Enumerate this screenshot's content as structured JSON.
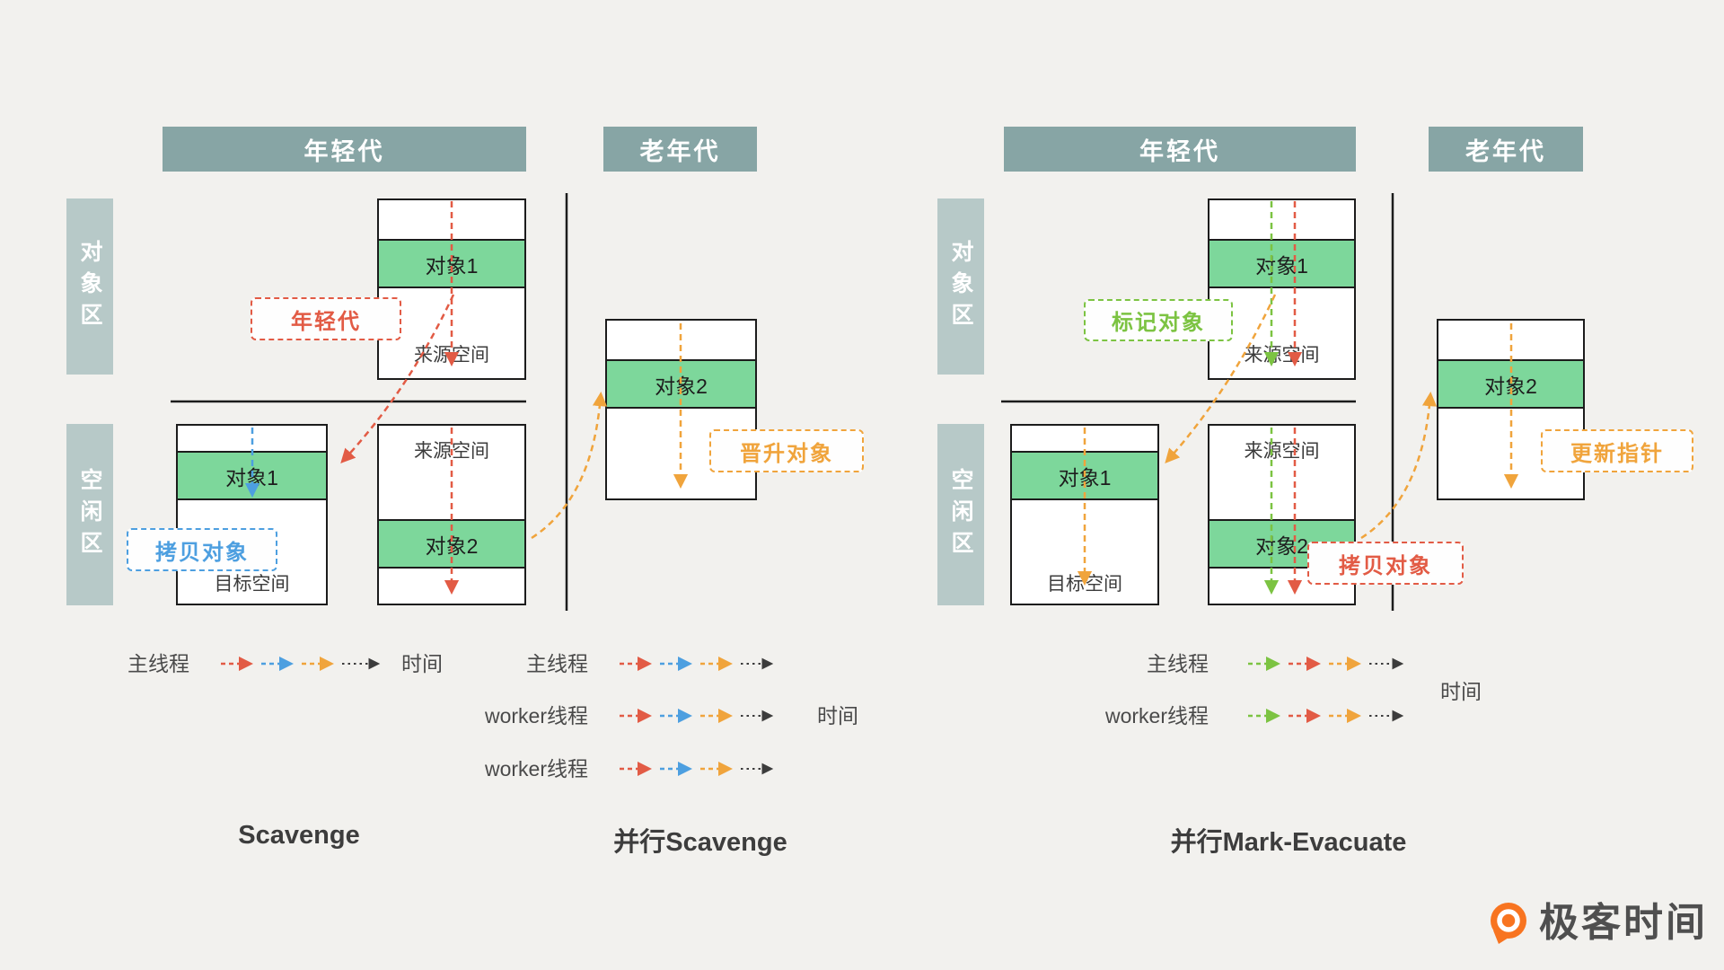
{
  "colors": {
    "header_bg": "#87a5a5",
    "side_bg": "#b7c9c8",
    "band_green": "#7dd79b",
    "red": "#e25b45",
    "blue": "#4d9fe0",
    "orange": "#f0a43c",
    "green": "#7cc342",
    "logo_orange": "#f87420"
  },
  "left": {
    "young_header": "年轻代",
    "old_header": "老年代",
    "object_area": "对象区",
    "free_area": "空闲区",
    "top_box": {
      "band": "对象1",
      "label": "来源空间"
    },
    "target_box": {
      "band": "对象1",
      "label": "目标空间"
    },
    "mid_box": {
      "label": "来源空间",
      "band": "对象2"
    },
    "old_box": {
      "band": "对象2"
    },
    "callouts": {
      "young": "年轻代",
      "copy": "拷贝对象",
      "promote": "晋升对象"
    },
    "timeline": {
      "main": "主线程",
      "time": "时间"
    },
    "title": "Scavenge"
  },
  "center": {
    "timeline": {
      "main": "主线程",
      "worker1": "worker线程",
      "worker2": "worker线程",
      "time": "时间"
    },
    "title": "并行Scavenge"
  },
  "right": {
    "young_header": "年轻代",
    "old_header": "老年代",
    "object_area": "对象区",
    "free_area": "空闲区",
    "top_box": {
      "band": "对象1",
      "label": "来源空间"
    },
    "target_box": {
      "band": "对象1",
      "label": "目标空间"
    },
    "mid_box": {
      "label": "来源空间",
      "band": "对象2"
    },
    "old_box": {
      "band": "对象2"
    },
    "callouts": {
      "mark": "标记对象",
      "update": "更新指针",
      "copy": "拷贝对象"
    },
    "timeline": {
      "main": "主线程",
      "worker": "worker线程",
      "time": "时间"
    },
    "title": "并行Mark-Evacuate"
  },
  "logo": {
    "icon": "geektime-q-bubble",
    "text": "极客时间"
  }
}
